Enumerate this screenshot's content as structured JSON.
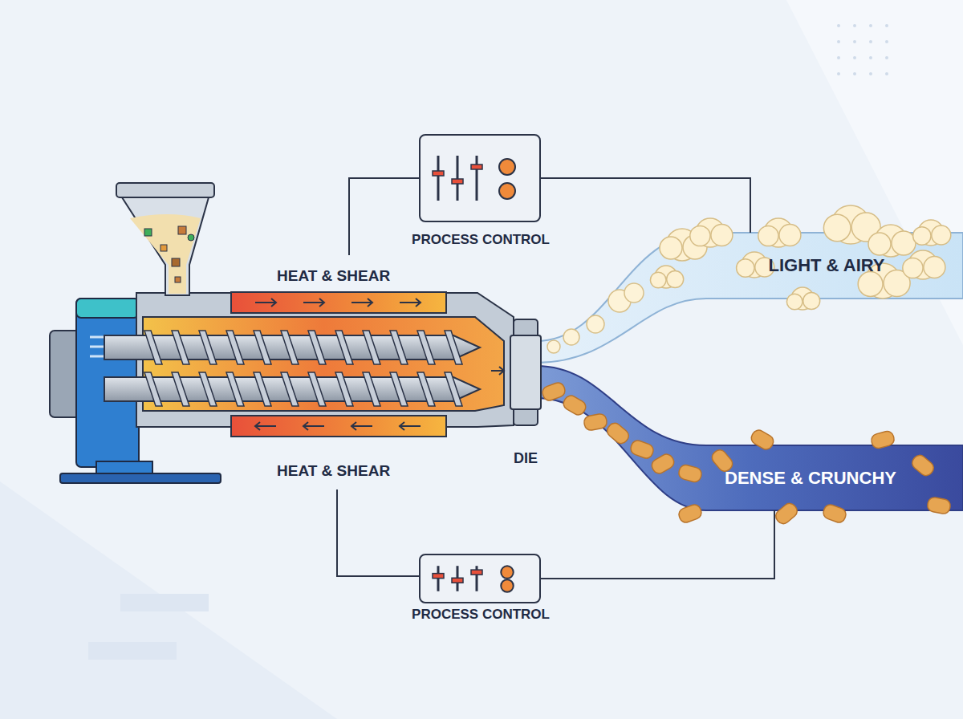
{
  "diagram": {
    "nodes": [
      {
        "text": [
          "PROCESS CONTROL"
        ]
      },
      {
        "text": [
          "LIGHT & AIRY"
        ]
      },
      {
        "text": [
          "DIE"
        ]
      },
      {
        "text": [
          "DENSE & CRUNCHY"
        ]
      },
      {
        "text": [
          "PROCESS CONTROL"
        ]
      }
    ],
    "edges": [
      {
        "from": 0,
        "to": 1,
        "arrow": "none"
      },
      {
        "from": 4,
        "to": 3,
        "arrow": "none"
      }
    ],
    "labels": [
      "HEAT & SHEAR",
      "HEAT & SHEAR"
    ]
  }
}
